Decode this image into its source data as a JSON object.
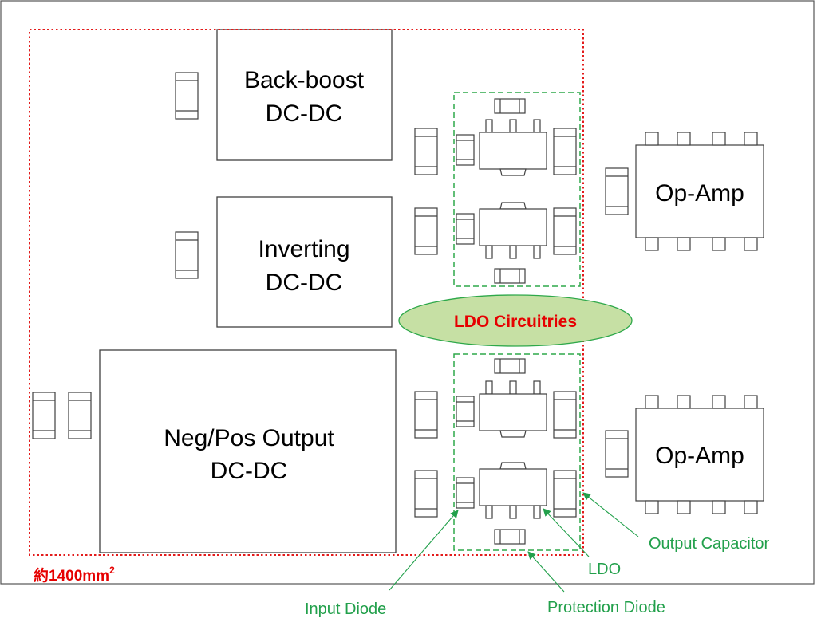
{
  "blocks": {
    "buck_boost": {
      "line1": "Back-boost",
      "line2": "DC-DC"
    },
    "inverting": {
      "line1": "Inverting",
      "line2": "DC-DC"
    },
    "negpos": {
      "line1": "Neg/Pos Output",
      "line2": "DC-DC"
    },
    "opamp_top": "Op-Amp",
    "opamp_bottom": "Op-Amp"
  },
  "ldo_group_label": "LDO Circuitries",
  "area_label": {
    "prefix": "約1400mm",
    "superscript": "2"
  },
  "annotations": {
    "output_capacitor": "Output Capacitor",
    "ldo": "LDO",
    "input_diode": "Input Diode",
    "protection_diode": "Protection Diode"
  },
  "colors": {
    "area_outline": "#e31b1b",
    "ldo_outline": "#2ea84a",
    "ldo_ellipse_fill": "#c6e0a4",
    "ldo_ellipse_stroke": "#2ea84a",
    "red_label": "#e60000",
    "green_label": "#22a04b",
    "component_stroke": "#404040"
  }
}
